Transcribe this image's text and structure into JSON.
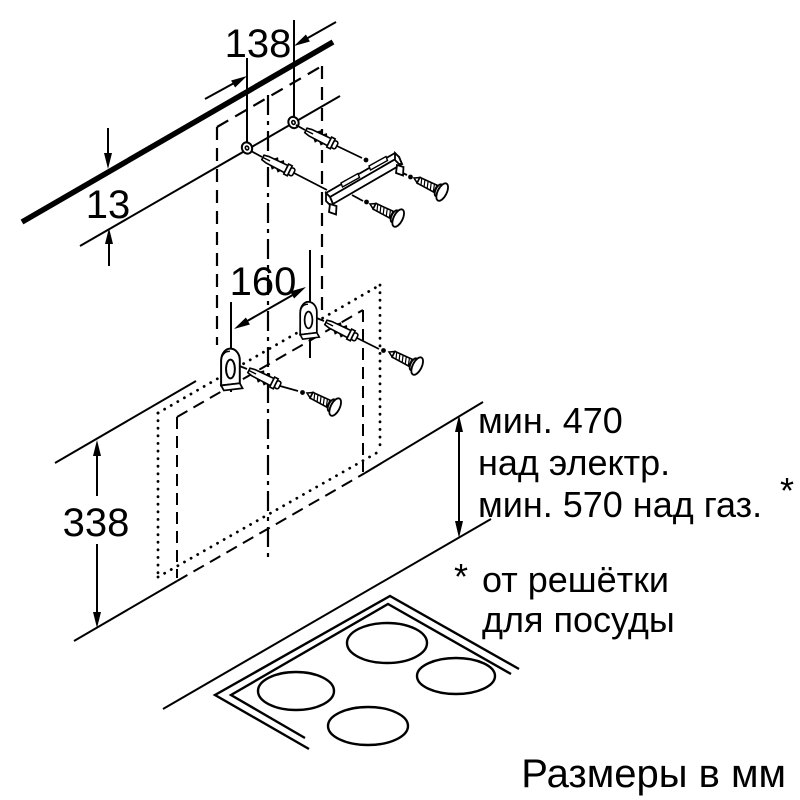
{
  "diagram_type": "cooker-hood wall mounting installation drawing",
  "dims": {
    "d138": "138",
    "d13": "13",
    "d160": "160",
    "d338": "338"
  },
  "clearance": {
    "line1": "мин. 470",
    "line2": "над электр.",
    "line3": "мин. 570 над газ.",
    "sup": "*"
  },
  "footnote": {
    "marker": "*",
    "line1": "от решётки",
    "line2": "для посуды"
  },
  "caption": "Размеры в мм",
  "colors": {
    "line": "#000000",
    "background": "#ffffff"
  },
  "icons": [
    "wall-anchor-icon",
    "screw-icon",
    "mounting-rail-icon",
    "keyhole-bracket-icon",
    "cooktop-icon",
    "burner-icon"
  ]
}
